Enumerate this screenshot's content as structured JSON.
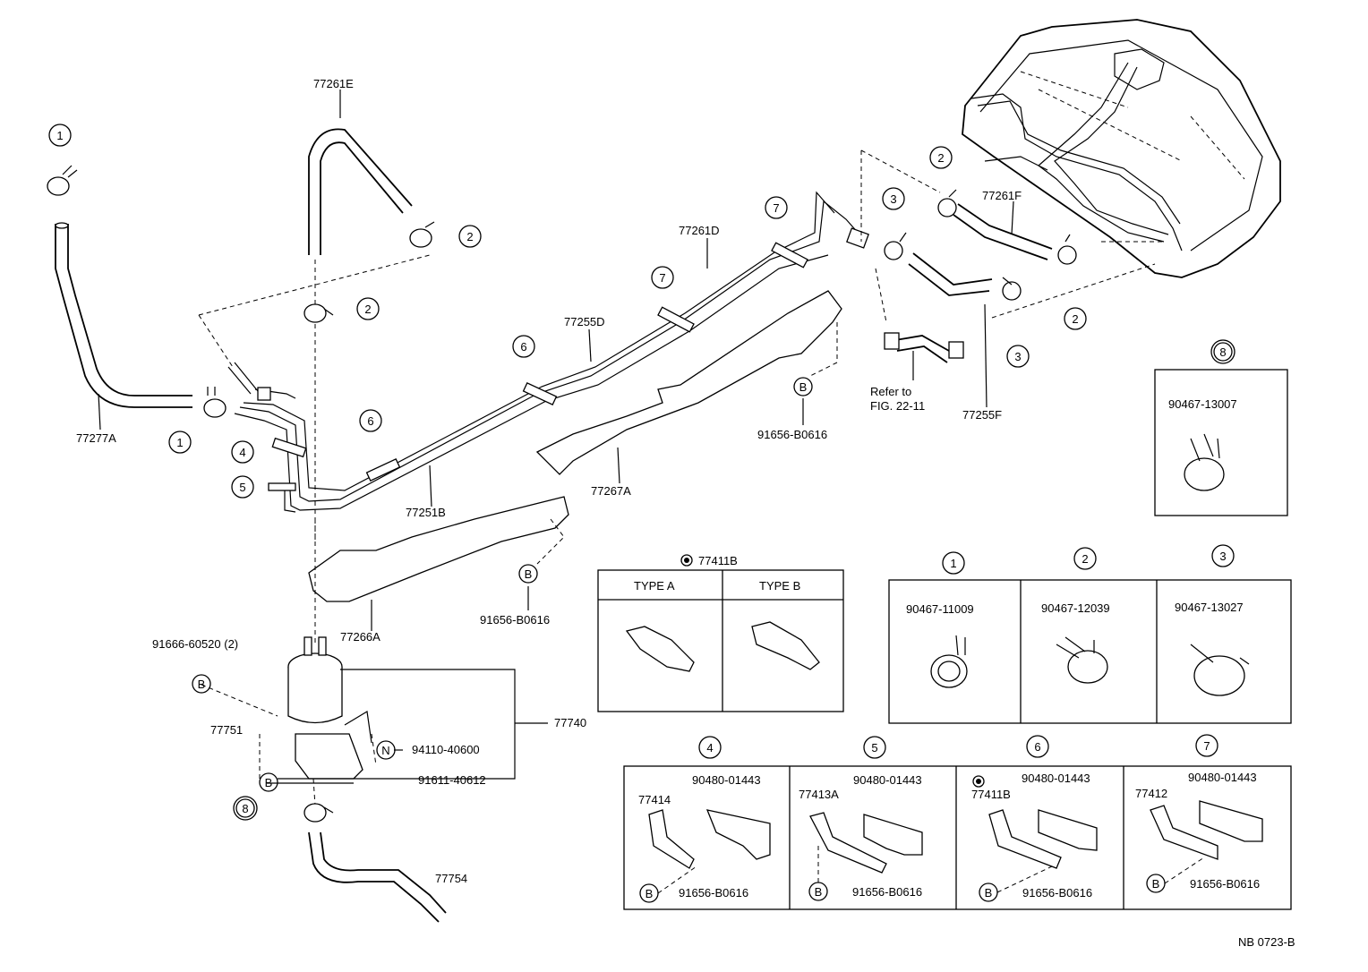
{
  "labels": {
    "hose_top": "77261E",
    "hose_left": "77277A",
    "pipe_main": "77251B",
    "pipe_mid": "77255D",
    "pipe_upper": "77261D",
    "pipe_right": "77261F",
    "hose_right": "77255F",
    "protector_upper": "77267A",
    "protector_lower": "77266A",
    "bolt_b_upper": "91656-B0616",
    "bolt_b_lower": "91656-B0616",
    "refer_line1": "Refer to",
    "refer_line2": "FIG. 22-11",
    "canister_bolt": "91666-60520 (2)",
    "bracket": "77751",
    "canister": "77740",
    "nut": "94110-40600",
    "bolt_bracket": "91611-40612",
    "hose_bottom": "77754",
    "clip_box_title": "77411B",
    "type_a": "TYPE A",
    "type_b": "TYPE B",
    "clamp_1": "90467-11009",
    "clamp_2": "90467-12039",
    "clamp_3": "90467-13027",
    "clamp_8": "90467-13007",
    "clamp4_clip": "90480-01443",
    "clamp4_part": "77414",
    "clamp4_bolt": "91656-B0616",
    "clamp5_clip": "90480-01443",
    "clamp5_part": "77413A",
    "clamp5_bolt": "91656-B0616",
    "clamp6_clip": "90480-01443",
    "clamp6_part": "77411B",
    "clamp6_bolt": "91656-B0616",
    "clamp7_clip": "90480-01443",
    "clamp7_part": "77412",
    "clamp7_bolt": "91656-B0616",
    "footer": "NB 0723-B"
  },
  "callouts": {
    "n1": "1",
    "n2": "2",
    "n3": "3",
    "n4": "4",
    "n5": "5",
    "n6": "6",
    "n7": "7",
    "n8": "8",
    "B": "B",
    "N": "N"
  }
}
